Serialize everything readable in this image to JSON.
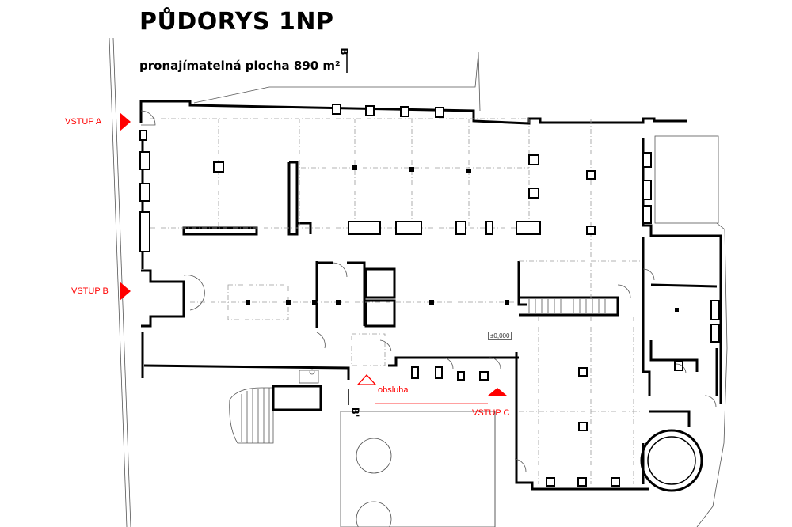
{
  "title": "PŮDORYS 1NP",
  "subtitle": "pronajímatelná plocha 890 m²",
  "entrances": {
    "a": "VSTUP A",
    "b": "VSTUP B",
    "c": "VSTUP C"
  },
  "service_label": "obsluha",
  "level_mark": "±0,000",
  "section_mark_top": "B",
  "section_mark_bottom": "B'",
  "colors": {
    "walls": "#000000",
    "entrance_marks": "#ff0000",
    "grid_lines": "#9a9a9a"
  }
}
